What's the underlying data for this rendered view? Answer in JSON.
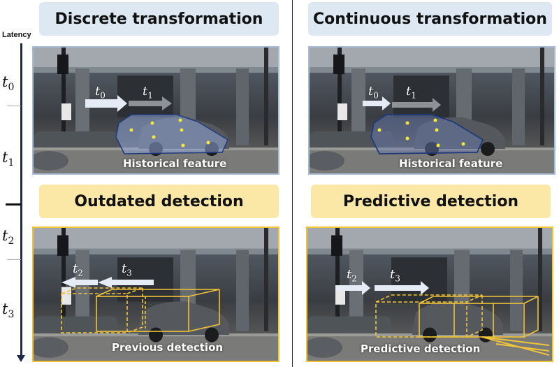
{
  "timeline": {
    "title": "Latency",
    "ticks": [
      {
        "label": "t",
        "sub": "0"
      },
      {
        "label": "t",
        "sub": "1"
      },
      {
        "label": "t",
        "sub": "2"
      },
      {
        "label": "t",
        "sub": "3"
      }
    ]
  },
  "left": {
    "top_title": "Discrete transformation",
    "bottom_title": "Outdated detection",
    "top_caption": "Historical feature",
    "bottom_caption": "Previous detection",
    "top_arrows": [
      {
        "label": "t",
        "sub": "0"
      },
      {
        "label": "t",
        "sub": "1"
      }
    ],
    "bottom_arrows": [
      {
        "label": "t",
        "sub": "2"
      },
      {
        "label": "t",
        "sub": "3"
      }
    ]
  },
  "right": {
    "top_title": "Continuous transformation",
    "bottom_title": "Predictive detection",
    "top_caption": "Historical feature",
    "bottom_caption": "Predictive detection",
    "top_arrows": [
      {
        "label": "t",
        "sub": "0"
      },
      {
        "label": "t",
        "sub": "1"
      }
    ],
    "bottom_arrows": [
      {
        "label": "t",
        "sub": "2"
      },
      {
        "label": "t",
        "sub": "3"
      }
    ]
  },
  "colors": {
    "blue_header": "#dde8f3",
    "yellow_header": "#fbe7a6",
    "box_yellow": "#f2c437",
    "feature_blue": "#8fa6d8",
    "point_yellow": "#f5e73a"
  }
}
